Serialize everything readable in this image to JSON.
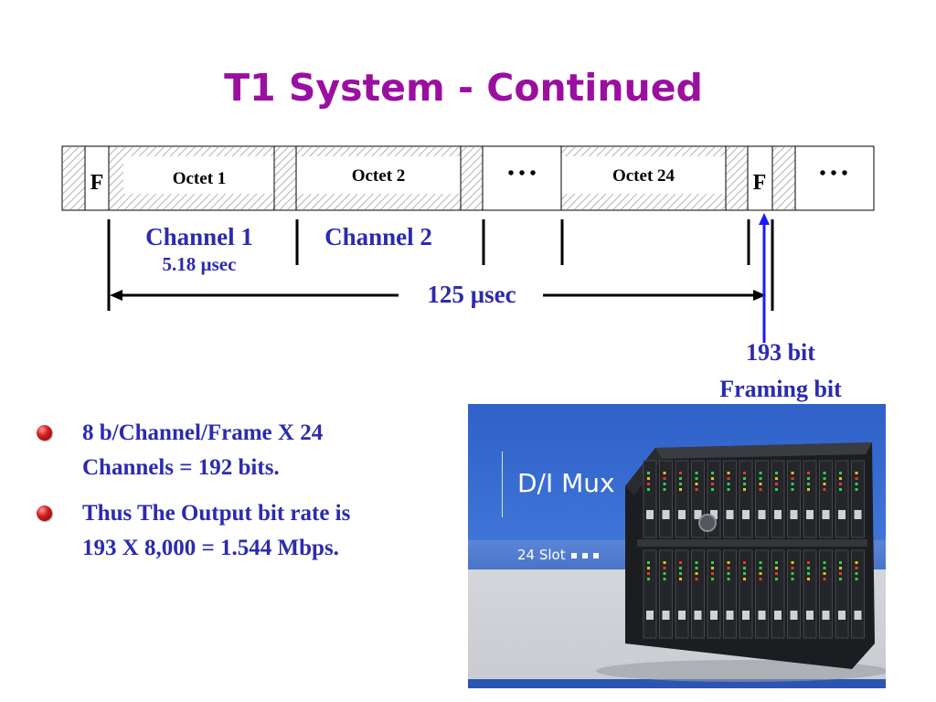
{
  "title": "T1 System - Continued",
  "frame": {
    "framing_label": "F",
    "octets": [
      "Octet 1",
      "Octet 2",
      "Octet 24"
    ],
    "ellipsis": "• • •",
    "channel1_label": "Channel 1",
    "channel1_time": "5.18 µsec",
    "channel2_label": "Channel 2",
    "frame_duration": "125 µsec",
    "framing_bit_line1": "193 bit",
    "framing_bit_line2": "Framing bit"
  },
  "bullets": [
    {
      "line1": "8 b/Channel/Frame X 24",
      "line2": "Channels = 192 bits."
    },
    {
      "line1": "Thus The Output bit rate is",
      "line2": "193 X 8,000 = 1.544 Mbps."
    }
  ],
  "product": {
    "name": "D/I Mux",
    "subtitle": "24 Slot"
  },
  "colors": {
    "title": "#9b0fa0",
    "text_blue": "#2b2bb0",
    "arrow_blue": "#1a1aff",
    "bullet_red": "#c81e1e"
  }
}
